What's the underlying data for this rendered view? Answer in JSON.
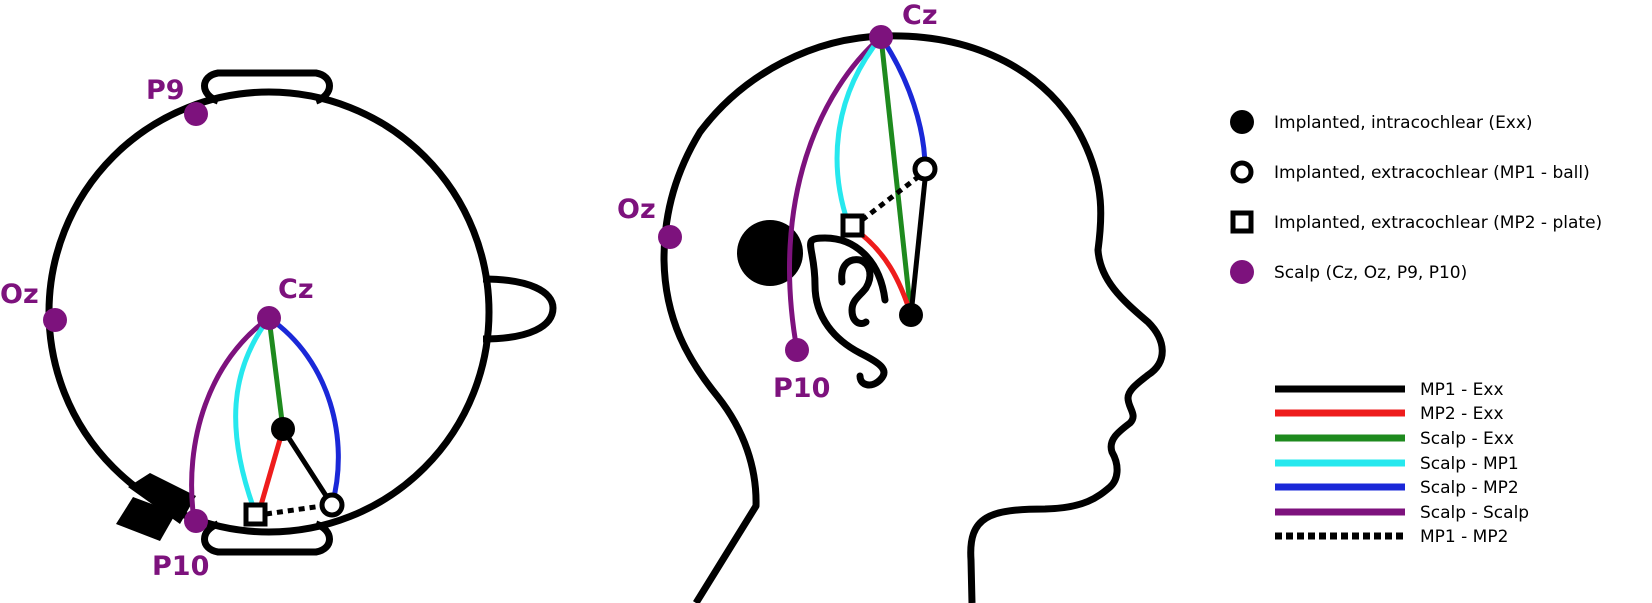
{
  "electrodes": {
    "cz": "Cz",
    "oz": "Oz",
    "p9": "P9",
    "p10": "P10"
  },
  "legend": {
    "markers": [
      {
        "label": "Implanted, intracochlear (Exx)",
        "icon": "filled-circle"
      },
      {
        "label": "Implanted, extracochlear (MP1 - ball)",
        "icon": "open-circle"
      },
      {
        "label": "Implanted, extracochlear (MP2 - plate)",
        "icon": "open-square"
      },
      {
        "label": "Scalp (Cz, Oz, P9, P10)",
        "icon": "purple-circle"
      }
    ],
    "lines": [
      {
        "label": "MP1 - Exx",
        "color": "#000000",
        "style": "solid"
      },
      {
        "label": "MP2 - Exx",
        "color": "#ee1c1c",
        "style": "solid"
      },
      {
        "label": "Scalp - Exx",
        "color": "#1e8a1e",
        "style": "solid"
      },
      {
        "label": "Scalp - MP1",
        "color": "#26e8ee",
        "style": "solid"
      },
      {
        "label": "Scalp - MP2",
        "color": "#1a28d8",
        "style": "solid"
      },
      {
        "label": "Scalp - Scalp",
        "color": "#7d127d",
        "style": "solid"
      },
      {
        "label": "MP1 - MP2",
        "color": "#000000",
        "style": "dotted"
      }
    ]
  },
  "colors": {
    "outline": "#000000",
    "scalp_electrode": "#7d127d"
  }
}
